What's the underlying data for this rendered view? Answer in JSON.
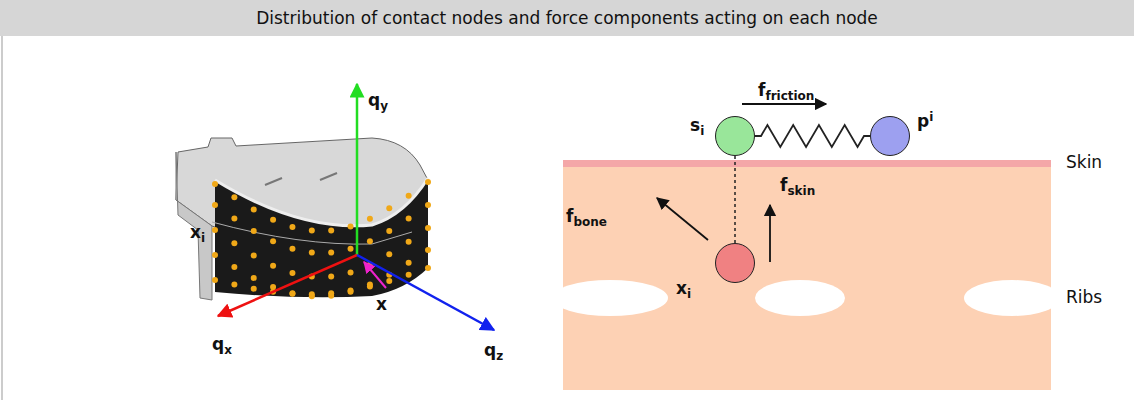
{
  "diagram": {
    "title": "Distribution of contact nodes and force components acting on each node",
    "nodes": [
      {
        "text": [
          "si"
        ]
      },
      {
        "text": [
          "pi"
        ]
      },
      {
        "text": [
          "xi"
        ]
      }
    ],
    "edges": [
      {
        "from": 0,
        "to": 1,
        "arrow": "none"
      },
      {
        "from": 0,
        "to": 2,
        "arrow": "none"
      }
    ],
    "labels": [
      "qy",
      "xi",
      "qx",
      "x",
      "qz",
      "ffriction",
      "fbone",
      "fskin",
      "Skin",
      "Ribs"
    ]
  }
}
